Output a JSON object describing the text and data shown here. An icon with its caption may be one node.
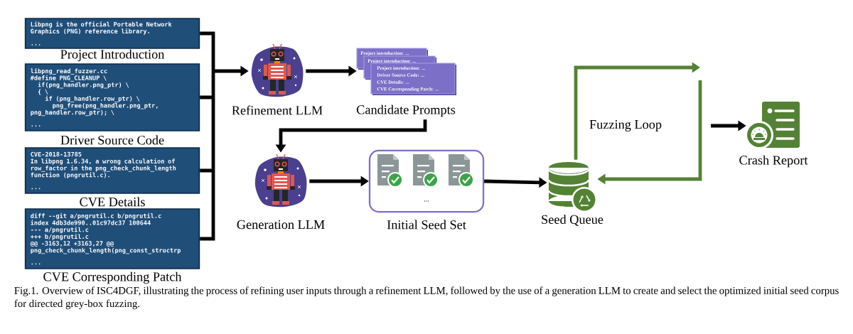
{
  "diagram": {
    "caption": "Fig.1. Overview of ISC4DGF, illustrating the process of refining user inputs through a refinement LLM, followed by the use of a generation LLM to create and select the optimized initial seed corpus for directed grey-box fuzzing.",
    "nodes": [
      {
        "text": [
          "Libpng is the official Portable Network Graphics (PNG) reference library.",
          "...",
          "Project Introduction"
        ]
      },
      {
        "text": [
          "libpng_read_fuzzer.cc",
          "#define PNG_CLEANUP \\",
          "if(png_handler.png_ptr) \\",
          "{ \\",
          "if (png_handler.row_ptr) \\",
          "png_free(png_handler.png_ptr,",
          "png_handler.row_ptr); \\",
          "...",
          "Driver Source Code"
        ]
      },
      {
        "text": [
          "CVE-2018-13785",
          "In libpng 1.6.34, a wrong calculation of row_factor in the png_check_chunk_length function (pngrutil.c).",
          "...",
          "CVE Details"
        ]
      },
      {
        "text": [
          "diff --git a/pngrutil.c b/pngrutil.c",
          "index 4db3de990..01c97dc37 100644",
          "--- a/pngrutil.c",
          "+++ b/pngrutil.c",
          "@@ -3163,12 +3163,27 @@",
          "png_check_chunk_length(png_const_structrp",
          "...",
          "CVE Corresponding Patch"
        ]
      },
      {
        "text": [
          "Refinement LLM"
        ]
      },
      {
        "text": [
          "Project introduction: ...",
          "Project introduction: ...",
          "Project introduction: ...",
          "Driver Source Code: ...",
          "CVE Details: ...",
          "CVE Corresponding Patch: ...",
          "Candidate Prompts"
        ]
      },
      {
        "text": [
          "Generation LLM"
        ]
      },
      {
        "text": [
          "...",
          "Initial Seed Set"
        ]
      },
      {
        "text": [
          "Seed Queue"
        ]
      },
      {
        "text": [
          "Crash Report"
        ]
      }
    ],
    "edges": [
      {
        "from": 0,
        "to": 4,
        "arrow": "to"
      },
      {
        "from": 1,
        "to": 4,
        "arrow": "to"
      },
      {
        "from": 2,
        "to": 4,
        "arrow": "to"
      },
      {
        "from": 3,
        "to": 4,
        "arrow": "to"
      },
      {
        "from": 4,
        "to": 5,
        "arrow": "to"
      },
      {
        "from": 5,
        "to": 6,
        "arrow": "to"
      },
      {
        "from": 6,
        "to": 7,
        "arrow": "to"
      },
      {
        "from": 7,
        "to": 8,
        "arrow": "to"
      },
      {
        "from": 8,
        "to": null,
        "arrow": "to",
        "color": "#548235"
      },
      {
        "from": null,
        "to": 8,
        "arrow": "to",
        "color": "#548235"
      },
      {
        "from": null,
        "to": 9,
        "arrow": "to"
      }
    ],
    "labels": [
      "Fuzzing Loop"
    ]
  }
}
